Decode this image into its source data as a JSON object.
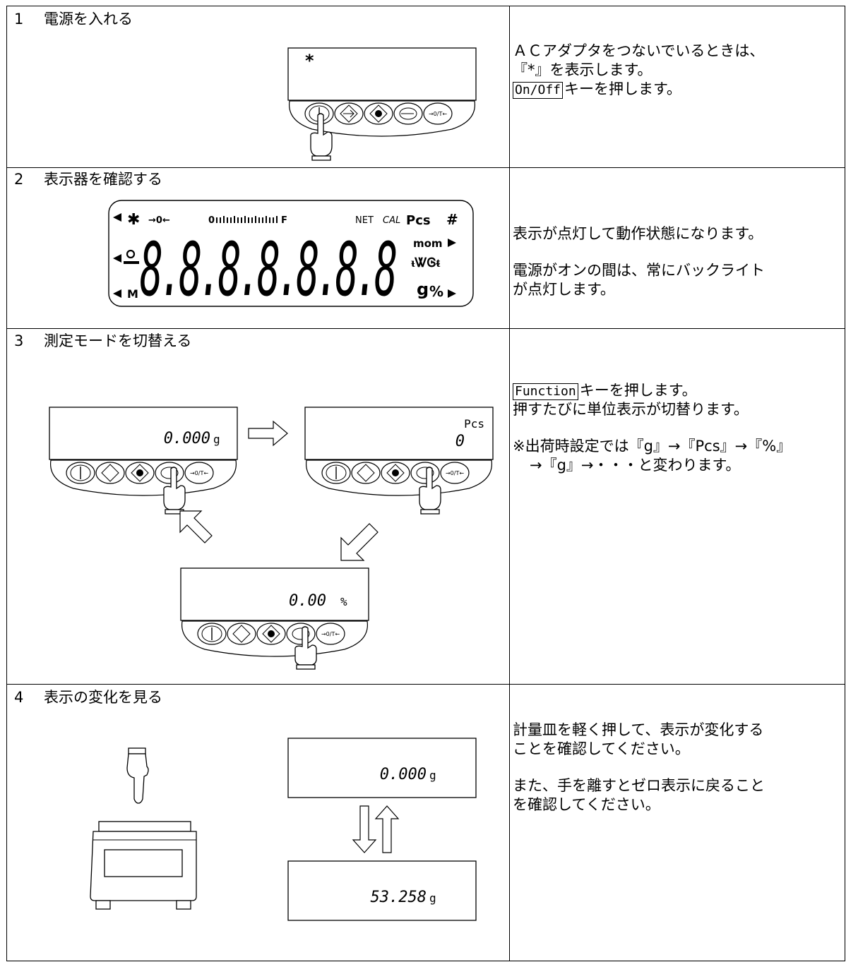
{
  "steps": [
    {
      "number": "1",
      "title": "電源を入れる",
      "display_symbol": "*",
      "desc_line1": "ＡＣアダプタをつないでいるときは、",
      "desc_line2": "『*』を表示します。",
      "key_label": "On/Off",
      "desc_key_text": "キーを押します。"
    },
    {
      "number": "2",
      "title": "表示器を確認する",
      "desc_para1": "表示が点灯して動作状態になります。",
      "desc_para2_line1": "電源がオンの間は、常にバックライト",
      "desc_para2_line2": "が点灯します。",
      "lcd": {
        "zero_mark": "→0←",
        "bar_start": "0",
        "bar_end": "F",
        "net": "NET",
        "cal": "CAL",
        "pcs": "Pcs",
        "hash": "#",
        "mom": "mom",
        "m": "M",
        "digits": "8.8.8.8.8.8.8",
        "unit_g": "g",
        "unit_pct": "%"
      }
    },
    {
      "number": "3",
      "title": "測定モードを切替える",
      "display_gram": "0.000",
      "unit_gram": "g",
      "display_pcs_unit": "Pcs",
      "display_pcs_value": "0",
      "display_pct": "0.00",
      "unit_pct": "%",
      "key_label": "Function",
      "desc_key_text": "キーを押します。",
      "desc_line2": "押すたびに単位表示が切替ります。",
      "note_line1": "※出荷時設定では『g』→『Pcs』→『%』",
      "note_line2": "→『g』→・・・と変わります。"
    },
    {
      "number": "4",
      "title": "表示の変化を見る",
      "display_zero": "0.000",
      "display_load": "53.258",
      "unit": "g",
      "desc_para1_line1": "計量皿を軽く押して、表示が変化する",
      "desc_para1_line2": "ことを確認してください。",
      "desc_para2_line1": "また、手を離すとゼロ表示に戻ること",
      "desc_para2_line2": "を確認してください。"
    }
  ],
  "keypad": {
    "tare_label": "→0/T←"
  }
}
